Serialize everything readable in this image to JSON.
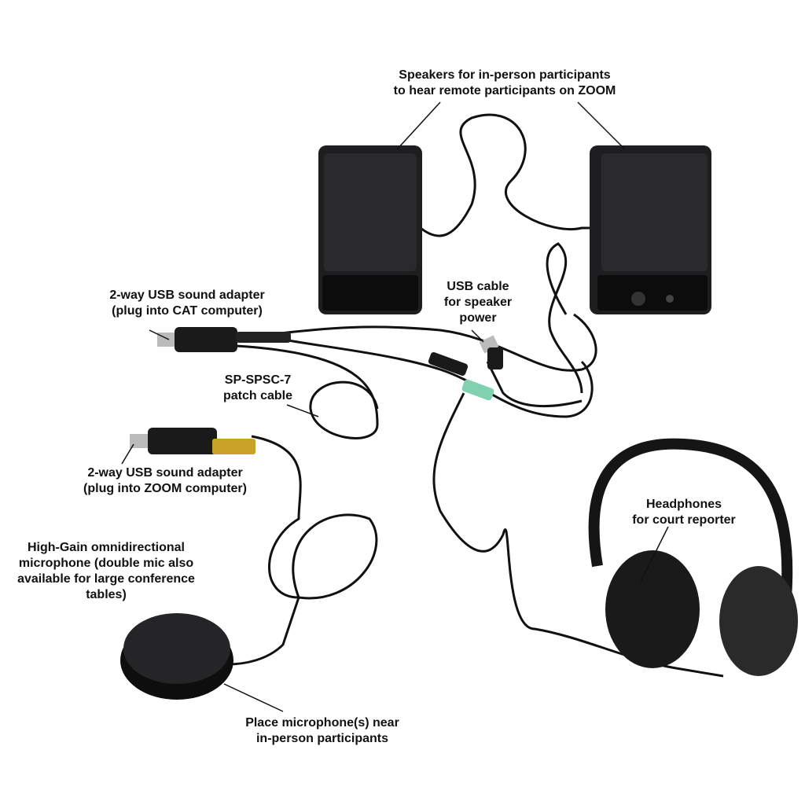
{
  "labels": {
    "speakers": [
      "Speakers for in-person participants",
      "to hear remote participants on ZOOM"
    ],
    "usb_adapter_cat": [
      "2-way USB sound adapter",
      "(plug into CAT computer)"
    ],
    "usb_cable": [
      "USB cable",
      "for speaker",
      "power"
    ],
    "patch_cable": [
      "SP-SPSC-7",
      "patch cable"
    ],
    "usb_adapter_zoom": [
      "2-way USB sound adapter",
      "(plug into ZOOM computer)"
    ],
    "microphone": [
      "High-Gain omnidirectional",
      "microphone (double mic also",
      "available for large conference",
      "tables)"
    ],
    "headphones": [
      "Headphones",
      "for court reporter"
    ],
    "mic_placement": [
      "Place microphone(s) near",
      "in-person participants"
    ]
  },
  "colors": {
    "device": "#1c1c1e",
    "gold_jack": "#c9a227",
    "green_jack": "#7fd1b0",
    "text": "#111111"
  }
}
